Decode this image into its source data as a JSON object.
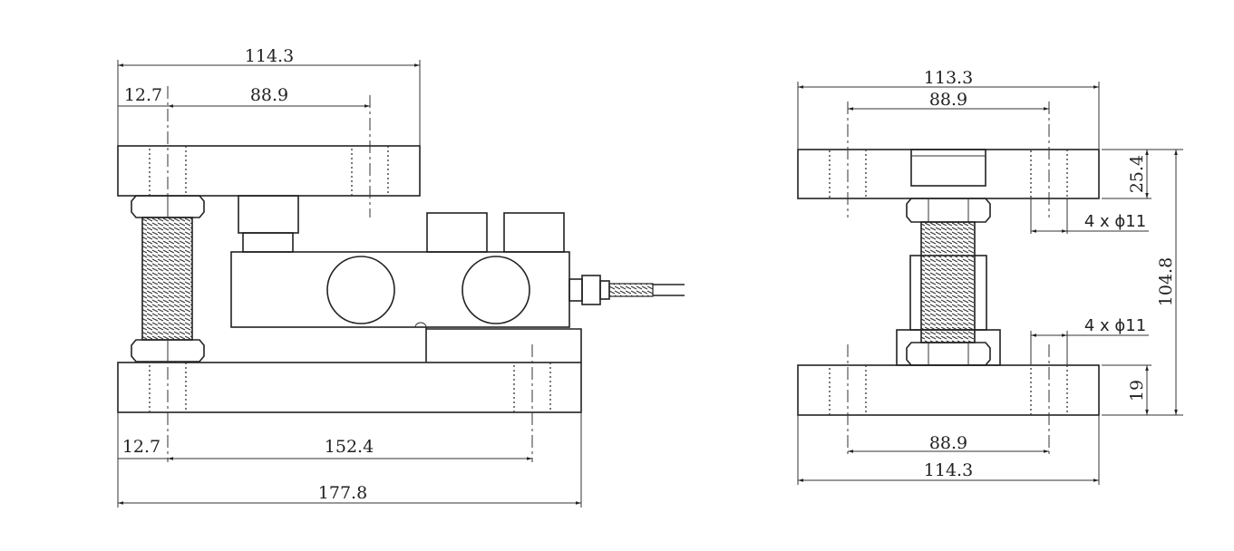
{
  "front_view": {
    "dims": {
      "overall_top_width": "114.3",
      "top_edge_offset": "12.7",
      "top_hole_spacing": "88.9",
      "bottom_edge_offset": "12.7",
      "bottom_hole_spacing": "152.4",
      "overall_length": "177.8"
    }
  },
  "side_view": {
    "dims": {
      "top_width": "113.3",
      "top_hole_spacing": "88.9",
      "top_plate_thickness": "25.4",
      "top_hole_note": "4 x ϕ11",
      "overall_height": "104.8",
      "bottom_hole_note": "4 x ϕ11",
      "bottom_plate_thickness": "19",
      "bottom_hole_spacing": "88.9",
      "bottom_width": "114.3"
    }
  }
}
